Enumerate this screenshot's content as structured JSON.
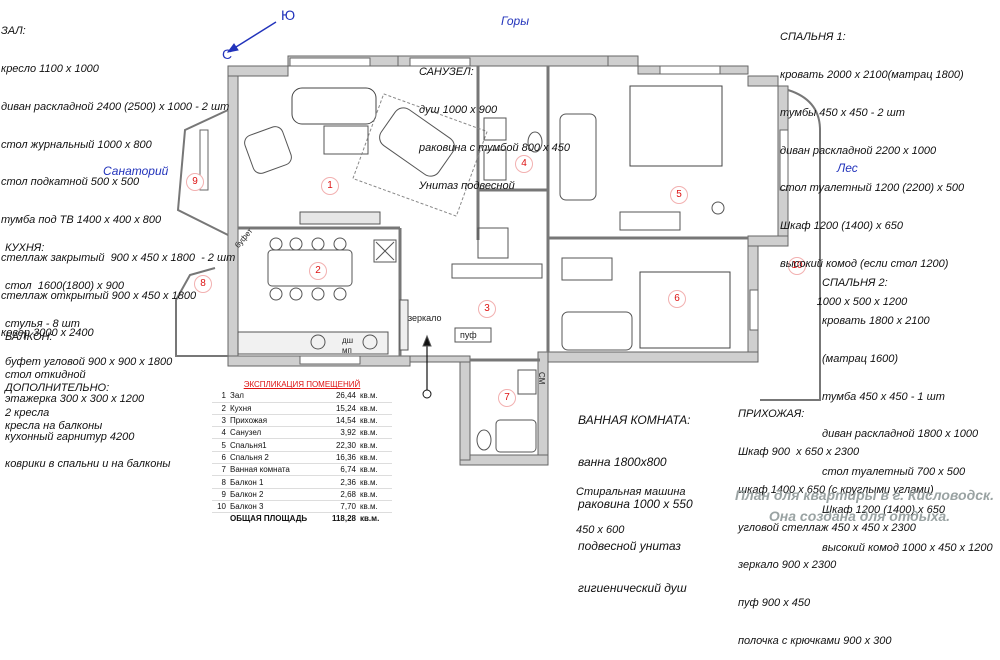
{
  "compass": {
    "south_label": "Ю",
    "north_label": "С"
  },
  "views": {
    "mountains": "Горы",
    "sanatorium": "Санаторий",
    "forest": "Лес"
  },
  "room_numbers": [
    "1",
    "2",
    "3",
    "4",
    "5",
    "6",
    "7",
    "8",
    "9",
    "10"
  ],
  "plan_labels": {
    "buffet": "буфет",
    "mirror": "зеркало",
    "pouf": "пуф",
    "dishwasher_1": "дш",
    "dishwasher_2": "мп",
    "washer": "СМ"
  },
  "notes": {
    "hall": {
      "heading": "ЗАЛ:",
      "lines": [
        "кресло 1100 х 1000",
        "диван раскладной 2400 (2500) х 1000 - 2 шт",
        "стол журнальный 1000 х 800",
        "стол подкатной 500 х 500",
        "тумба под ТВ 1400 х 400 х 800",
        "стеллаж закрытый  900 х 450 х 1800  - 2 шт",
        "стеллаж открытый 900 х 450 х 1800",
        "ковер 3000 х 2400"
      ]
    },
    "bathroom_small": {
      "heading": "САНУЗЕЛ:",
      "lines": [
        "душ 1000 х 900",
        "раковина с тумбой 800 х 450",
        "Унитаз подвесной"
      ]
    },
    "bedroom1": {
      "heading": "СПАЛЬНЯ 1:",
      "lines": [
        "кровать 2000 х 2100(матрац 1800)",
        "тумбы 450 х 450 - 2 шт",
        "диван раскладной 2200 х 1000",
        "стол туалетный 1200 (2200) х 500",
        "Шкаф 1200 (1400) х 650",
        "высокий комод (если стол 1200)",
        "            1000 х 500 х 1200"
      ]
    },
    "kitchen": {
      "heading": "КУХНЯ:",
      "lines": [
        "стол  1600(1800) х 900",
        "стулья - 8 шт",
        "буфет угловой 900 х 900 х 1800",
        "этажерка 300 х 300 х 1200",
        "кухонный гарнитур 4200"
      ]
    },
    "balcony": {
      "heading": "БАЛКОН:",
      "lines": [
        "стол откидной",
        "2 кресла"
      ]
    },
    "extra": {
      "heading": "ДОПОЛНИТЕЛЬНО:",
      "lines": [
        "кресла на балконы",
        "коврики в спальни и на балконы"
      ]
    },
    "bedroom2": {
      "heading": "СПАЛЬНЯ 2:",
      "lines": [
        "кровать 1800 х 2100",
        "(матрац 1600)",
        "тумба 450 х 450 - 1 шт",
        "диван раскладной 1800 х 1000",
        "стол туалетный 700 х 500",
        "Шкаф 1200 (1400) х 650",
        "высокий комод 1000 х 450 х 1200"
      ]
    },
    "bathroom": {
      "heading": "ВАННАЯ КОМНАТА:",
      "lines": [
        "ванна 1800х800",
        "раковина 1000 х 550",
        "подвесной унитаз",
        "гигиенический душ"
      ]
    },
    "washer": {
      "heading": "",
      "lines": [
        "Стиральная машина",
        "450 х 600"
      ]
    },
    "hallway": {
      "heading": "ПРИХОЖАЯ:",
      "lines": [
        "Шкаф 900  х 650 х 2300",
        "шкаф 1400 х 650 (с круглыми углами)",
        "угловой стеллаж 450 х 450 х 2300",
        "зеркало 900 х 2300",
        "пуф 900 х 450",
        "полочка с крючками 900 х 300"
      ]
    }
  },
  "explication": {
    "title": "ЭКСПЛИКАЦИЯ ПОМЕЩЕНИЙ",
    "rows": [
      {
        "n": "1",
        "name": "Зал",
        "area": "26,44",
        "unit": "кв.м."
      },
      {
        "n": "2",
        "name": "Кухня",
        "area": "15,24",
        "unit": "кв.м."
      },
      {
        "n": "3",
        "name": "Прихожая",
        "area": "14,54",
        "unit": "кв.м."
      },
      {
        "n": "4",
        "name": "Санузел",
        "area": "3,92",
        "unit": "кв.м."
      },
      {
        "n": "5",
        "name": "Спальня1",
        "area": "22,30",
        "unit": "кв.м."
      },
      {
        "n": "6",
        "name": "Спальня 2",
        "area": "16,36",
        "unit": "кв.м."
      },
      {
        "n": "7",
        "name": "Ванная комната",
        "area": "6,74",
        "unit": "кв.м."
      },
      {
        "n": "8",
        "name": "Балкон 1",
        "area": "2,36",
        "unit": "кв.м."
      },
      {
        "n": "9",
        "name": "Балкон 2",
        "area": "2,68",
        "unit": "кв.м."
      },
      {
        "n": "10",
        "name": "Балкон 3",
        "area": "7,70",
        "unit": "кв.м."
      }
    ],
    "total_label": "ОБЩАЯ ПЛОЩАДЬ",
    "total_area": "118,28",
    "total_unit": "кв.м."
  },
  "footer": {
    "line1": "План для квартиры в г. Кисловодск.",
    "line2": "Она создана для отдыха."
  }
}
